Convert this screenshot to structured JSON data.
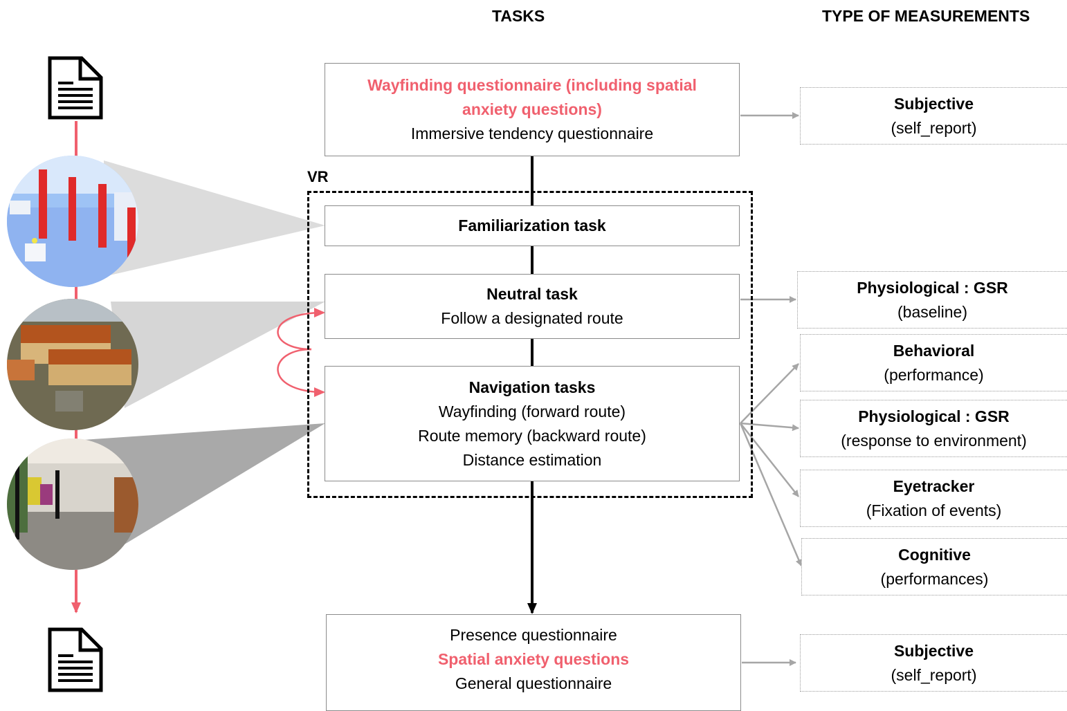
{
  "headers": {
    "tasks": "TASKS",
    "measurements": "TYPE OF MEASUREMENTS"
  },
  "vr_label": "VR",
  "tasks": {
    "pre_questionnaire": {
      "accent_line1": "Wayfinding questionnaire (including spatial",
      "accent_line2": "anxiety questions)",
      "line3": "Immersive tendency questionnaire"
    },
    "familiarization": {
      "title": "Familiarization task"
    },
    "neutral": {
      "title": "Neutral task",
      "line": "Follow a designated route"
    },
    "navigation": {
      "title": "Navigation tasks",
      "lines": [
        "Wayfinding (forward route)",
        "Route memory (backward route)",
        "Distance estimation"
      ]
    },
    "post_questionnaire": {
      "line1": "Presence questionnaire",
      "accent_line": "Spatial anxiety questions",
      "line3": "General questionnaire"
    }
  },
  "measurements": [
    {
      "title": "Subjective",
      "sub": "(self_report)"
    },
    {
      "title": "Physiological : GSR",
      "sub": "(baseline)"
    },
    {
      "title": "Behavioral",
      "sub": "(performance)"
    },
    {
      "title": "Physiological : GSR",
      "sub": "(response to environment)"
    },
    {
      "title": "Eyetracker",
      "sub": "(Fixation of events)"
    },
    {
      "title": "Cognitive",
      "sub": "(performances)"
    },
    {
      "title": "Subjective",
      "sub": "(self_report)"
    }
  ],
  "colors": {
    "accent": "#f0606e",
    "arrow_gray": "#a6a6a6",
    "line": "#000000"
  },
  "icons": [
    "document-icon-top",
    "document-icon-bottom",
    "vr-scene-familiarization-thumbnail",
    "vr-scene-town-thumbnail",
    "vr-scene-corridor-thumbnail"
  ]
}
